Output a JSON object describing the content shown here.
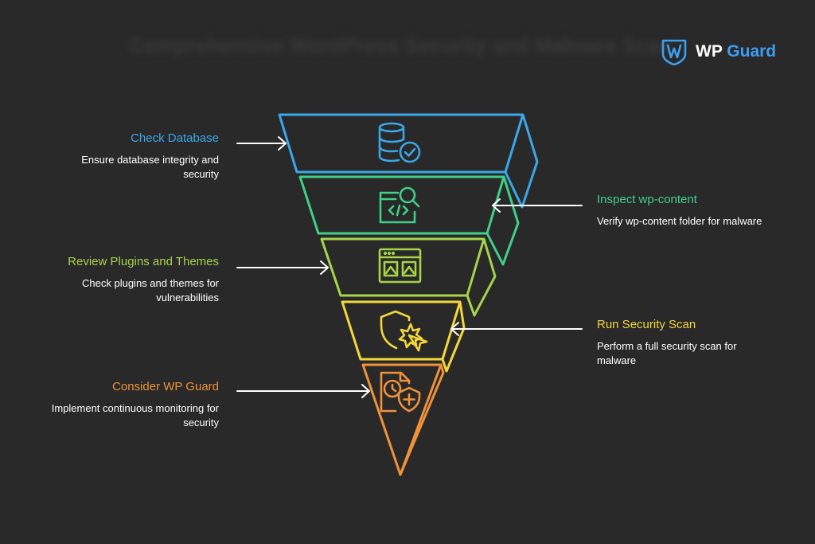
{
  "title": "Comprehensive WordPress Security and Malware Scan",
  "brand": {
    "name_1": "WP",
    "name_2": "Guard",
    "text_color": "#ffffff",
    "accent": "#3b9ff0"
  },
  "steps": [
    {
      "title": "Check Database",
      "description": "Ensure database integrity and security",
      "color": "#3aa7e8",
      "icon": "database-check-icon"
    },
    {
      "title": "Inspect wp-content",
      "description": "Verify wp-content folder for malware",
      "color": "#3fd08a",
      "icon": "code-search-icon"
    },
    {
      "title": "Review Plugins and Themes",
      "description": "Check plugins and themes for vulnerabilities",
      "color": "#a6d44a",
      "icon": "browser-window-icon"
    },
    {
      "title": "Run Security Scan",
      "description": "Perform a full security scan for malware",
      "color": "#f3d73a",
      "icon": "shield-scan-icon"
    },
    {
      "title": "Consider WP Guard",
      "description": "Implement continuous monitoring for security",
      "color": "#f0923a",
      "icon": "monitor-shield-icon"
    }
  ]
}
